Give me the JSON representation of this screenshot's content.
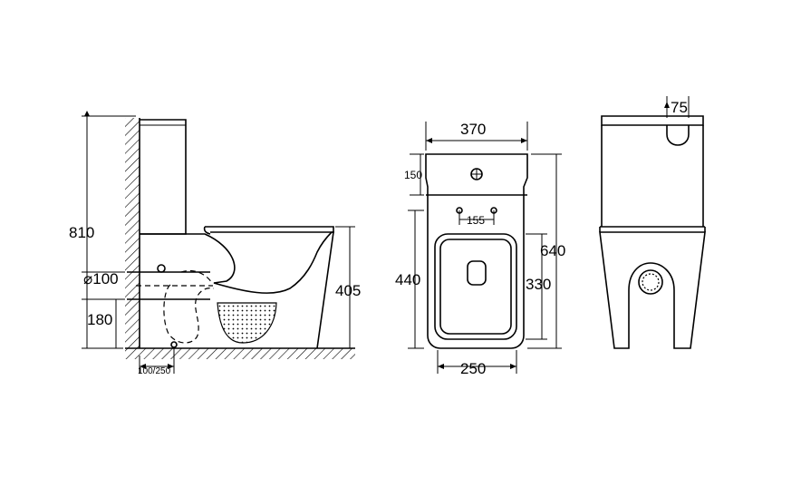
{
  "side_view": {
    "height_total": "810",
    "outlet_diameter": "⌀100",
    "outlet_height": "180",
    "seat_height": "405",
    "wall_offset": "100/250"
  },
  "top_view": {
    "overall_width": "370",
    "tank_depth": "150",
    "hole_spacing": "155",
    "overall_length": "640",
    "bowl_length": "440",
    "opening_length": "330",
    "base_width": "250"
  },
  "back_view": {
    "button_offset": "75"
  }
}
